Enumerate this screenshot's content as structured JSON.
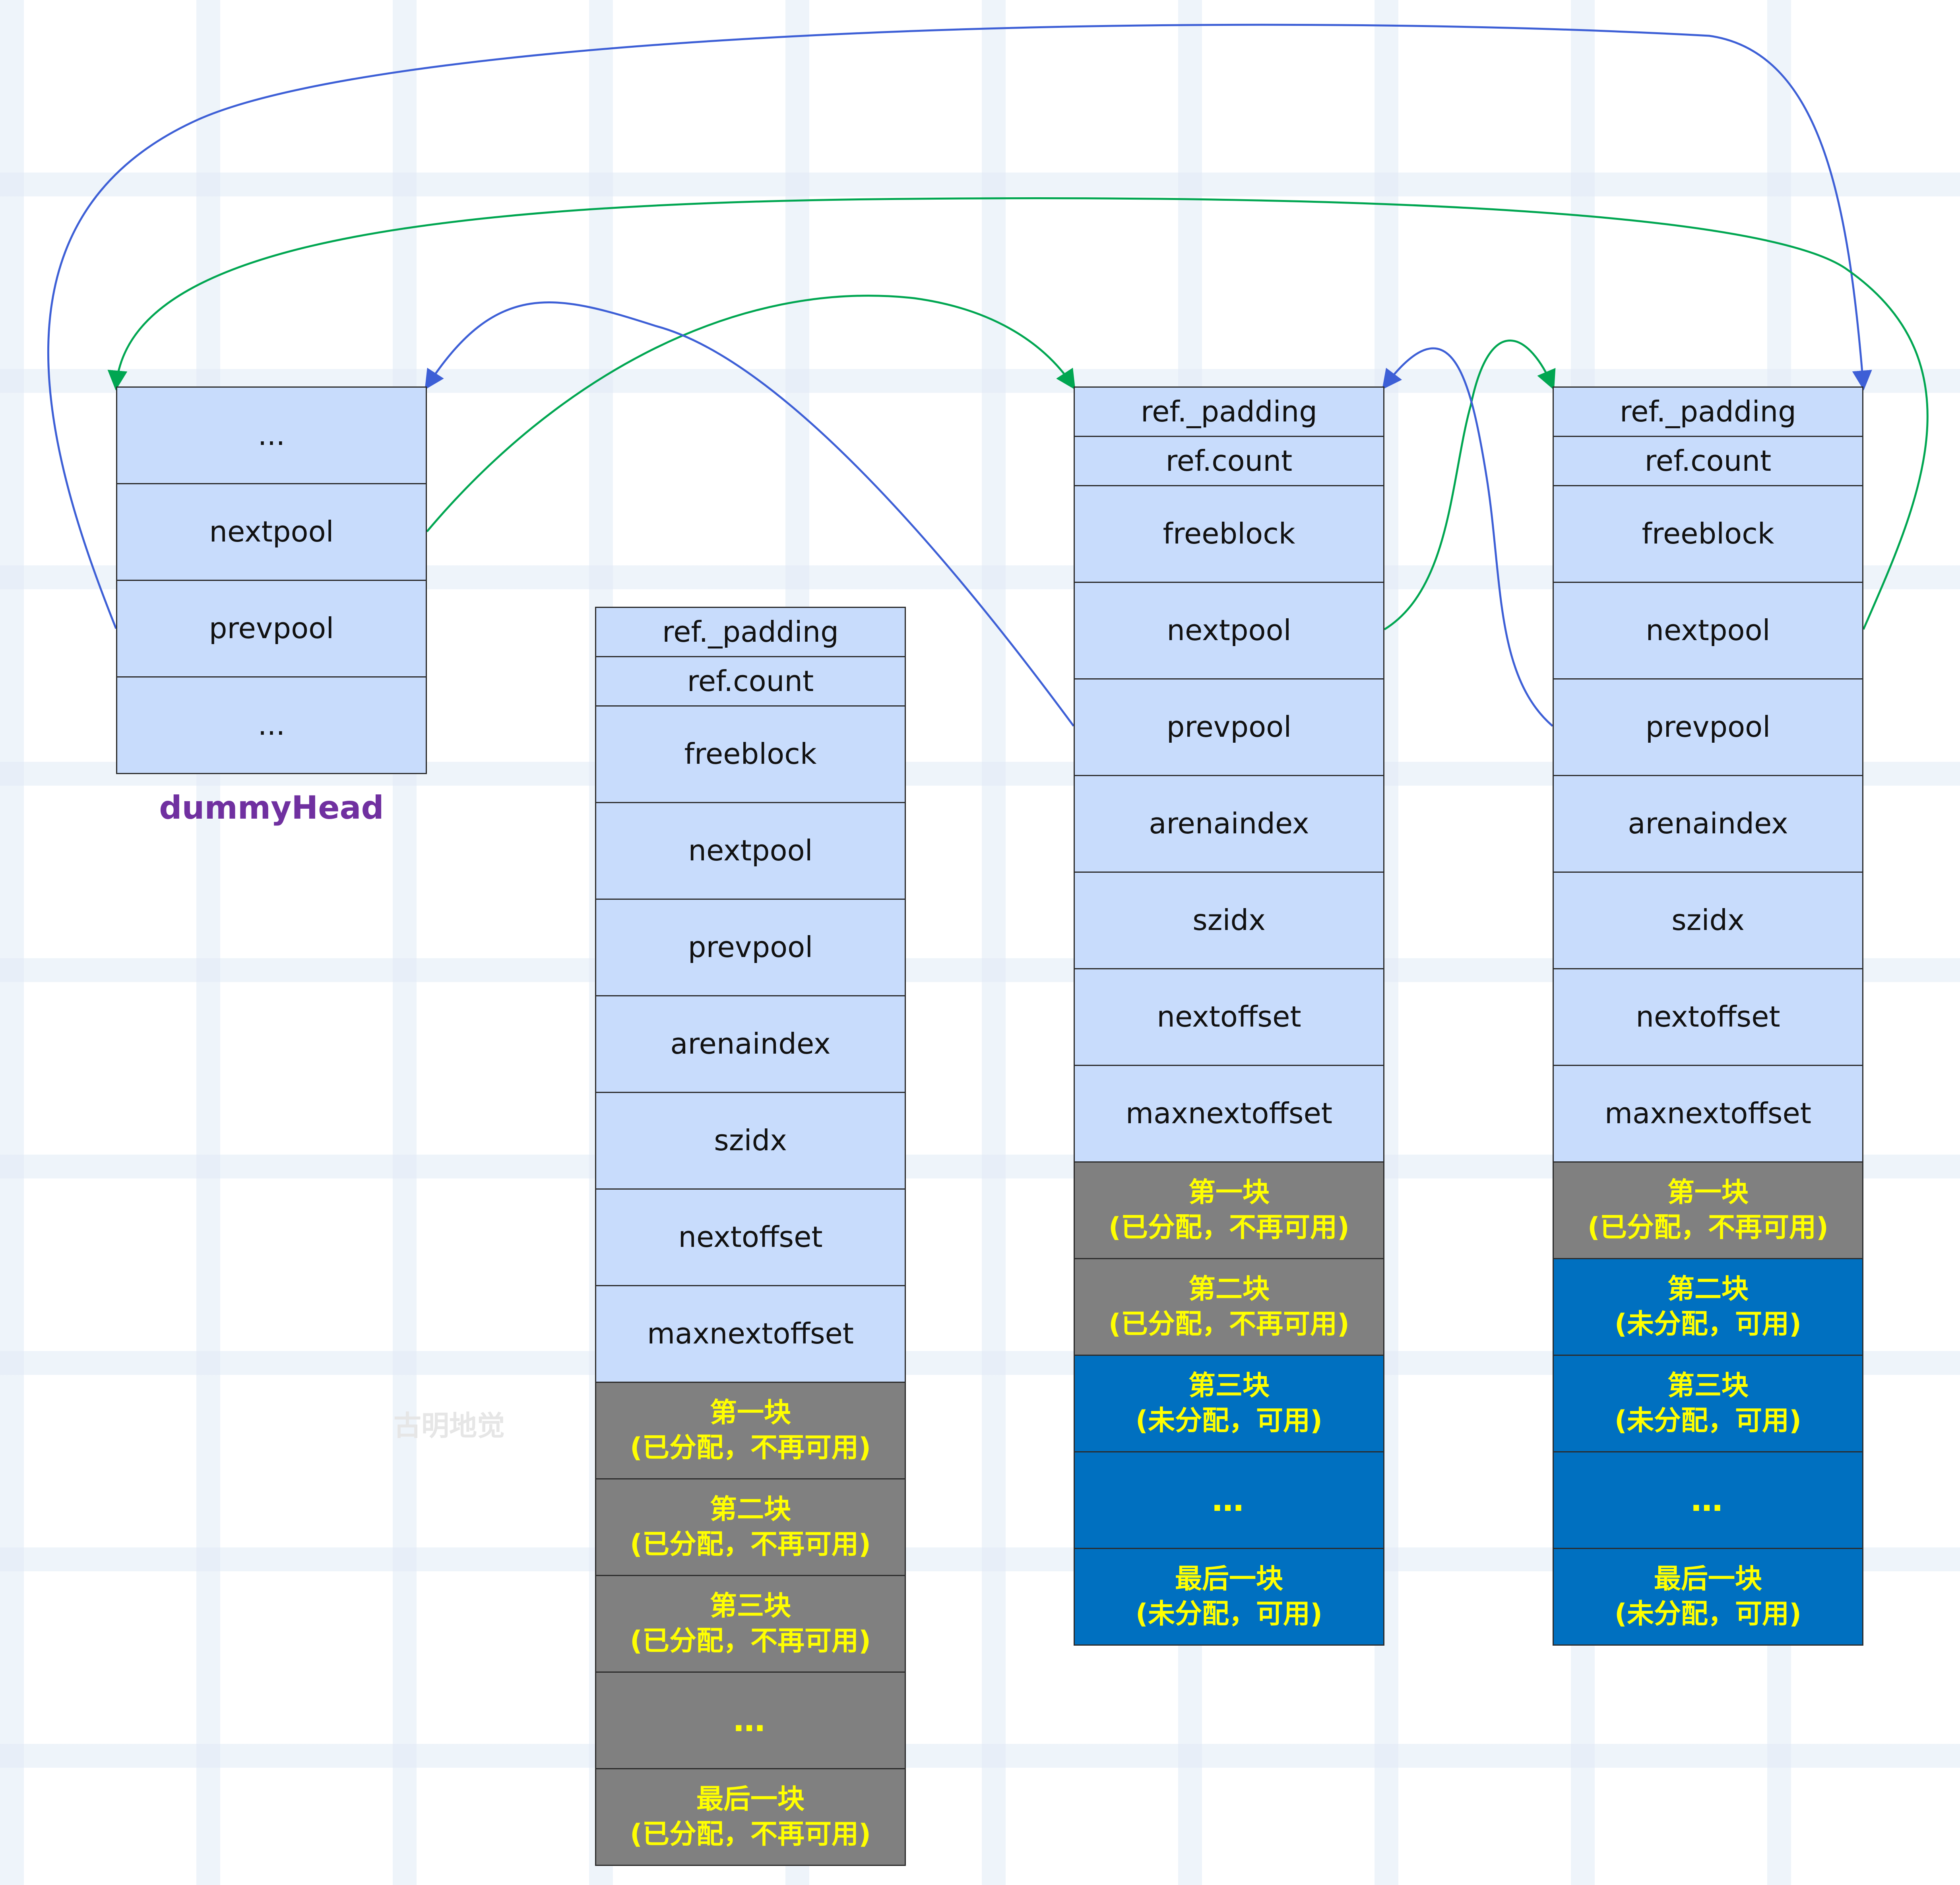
{
  "dummy_head": {
    "label": "dummyHead",
    "cells": [
      "...",
      "nextpool",
      "prevpool",
      "..."
    ]
  },
  "pool_full": {
    "fields": [
      "ref._padding",
      "ref.count",
      "freeblock",
      "nextpool",
      "prevpool",
      "arenaindex",
      "szidx",
      "nextoffset",
      "maxnextoffset"
    ],
    "blocks": [
      {
        "text": "第一块\n(已分配，不再可用)",
        "state": "used"
      },
      {
        "text": "第二块\n(已分配，不再可用)",
        "state": "used"
      },
      {
        "text": "第三块\n(已分配，不再可用)",
        "state": "used"
      },
      {
        "text": "…",
        "state": "used"
      },
      {
        "text": "最后一块\n(已分配，不再可用)",
        "state": "used"
      }
    ]
  },
  "pool_a": {
    "fields": [
      "ref._padding",
      "ref.count",
      "freeblock",
      "nextpool",
      "prevpool",
      "arenaindex",
      "szidx",
      "nextoffset",
      "maxnextoffset"
    ],
    "blocks": [
      {
        "text": "第一块\n(已分配，不再可用)",
        "state": "used"
      },
      {
        "text": "第二块\n(已分配，不再可用)",
        "state": "used"
      },
      {
        "text": "第三块\n(未分配，可用)",
        "state": "free"
      },
      {
        "text": "…",
        "state": "free"
      },
      {
        "text": "最后一块\n(未分配，可用)",
        "state": "free"
      }
    ]
  },
  "pool_b": {
    "fields": [
      "ref._padding",
      "ref.count",
      "freeblock",
      "nextpool",
      "prevpool",
      "arenaindex",
      "szidx",
      "nextoffset",
      "maxnextoffset"
    ],
    "blocks": [
      {
        "text": "第一块\n(已分配，不再可用)",
        "state": "used"
      },
      {
        "text": "第二块\n(未分配，可用)",
        "state": "free"
      },
      {
        "text": "第三块\n(未分配，可用)",
        "state": "free"
      },
      {
        "text": "…",
        "state": "free"
      },
      {
        "text": "最后一块\n(未分配，可用)",
        "state": "free"
      }
    ]
  },
  "watermark": "古明地觉",
  "colors": {
    "cell_fill": "#c8dcfc",
    "used_fill": "#808080",
    "free_fill": "#0070c0",
    "block_text": "#ffff00",
    "label": "#7030a0",
    "next_link": "#00a651",
    "prev_link": "#3d5fd6"
  }
}
